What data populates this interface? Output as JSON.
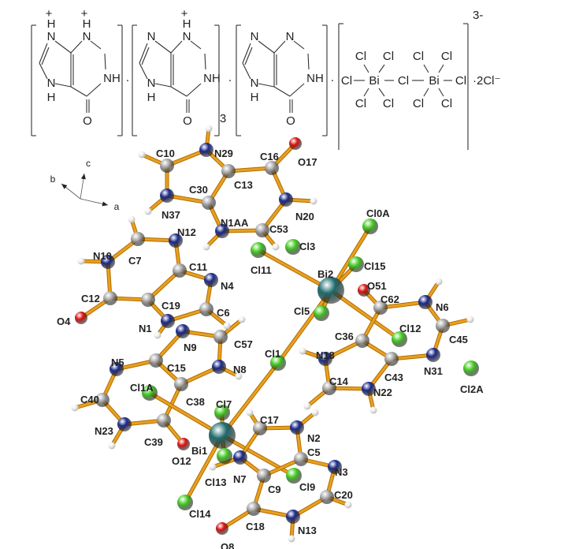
{
  "formula": {
    "n": "N",
    "nh": "NH",
    "h": "H",
    "plus": "+",
    "o": "O",
    "cl": "Cl",
    "bi": "Bi",
    "dot": "·",
    "multiplier": "3",
    "charge": "3-",
    "counter_ion": "·2Cl⁻"
  },
  "axes": {
    "a": "a",
    "b": "b",
    "c": "c"
  },
  "atom_labels": [
    "C10",
    "N29",
    "C16",
    "O17",
    "C13",
    "C30",
    "N37",
    "N20",
    "N1AA",
    "C53",
    "Cl11",
    "Cl3",
    "N12",
    "C7",
    "N10",
    "C11",
    "N4",
    "C12",
    "C19",
    "C6",
    "O4",
    "N1",
    "N9",
    "C57",
    "N8",
    "C15",
    "N5",
    "C38",
    "Cl1A",
    "C40",
    "C39",
    "N23",
    "O12",
    "Bi1",
    "Cl7",
    "C17",
    "N2",
    "Cl13",
    "N7",
    "C5",
    "N3",
    "C9",
    "Cl9",
    "C20",
    "Cl14",
    "C18",
    "N13",
    "O8",
    "Bi2",
    "Cl5",
    "Cl0A",
    "Cl15",
    "O51",
    "C62",
    "N6",
    "C45",
    "Cl12",
    "C36",
    "N18",
    "C43",
    "N31",
    "Cl2A",
    "C14",
    "N22",
    "Cl1"
  ],
  "colors": {
    "bond": "#e8a020",
    "carbon": "#a8a8a8",
    "nitrogen": "#1a2a8c",
    "oxygen": "#dd1111",
    "chlorine": "#44cc22",
    "bismuth": "#1f6b6e",
    "hydrogen": "#f2f2f2"
  }
}
